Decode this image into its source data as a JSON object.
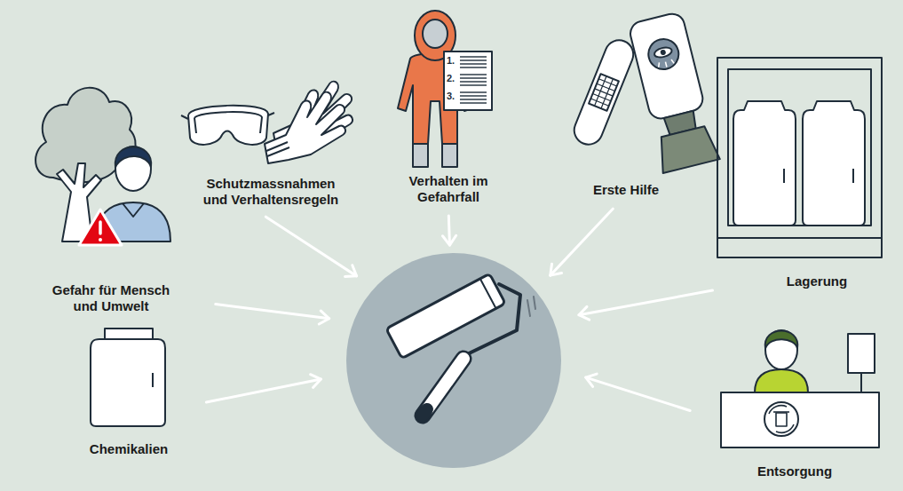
{
  "diagram": {
    "nodes": [
      {
        "text": [
          "Gefahr für Mensch und Umwelt"
        ]
      },
      {
        "text": [
          "Schutzmassnahmen und Verhaltensregeln"
        ]
      },
      {
        "text": [
          "Verhalten im Gefahrfall"
        ]
      },
      {
        "text": [
          "Erste Hilfe"
        ]
      },
      {
        "text": [
          "Lagerung"
        ]
      },
      {
        "text": []
      },
      {
        "text": [
          "Chemikalien"
        ]
      },
      {
        "text": [
          "Entsorgung"
        ]
      }
    ],
    "edges": [
      {
        "from": 0,
        "to": 5,
        "arrow": "to"
      },
      {
        "from": 1,
        "to": 5,
        "arrow": "to"
      },
      {
        "from": 2,
        "to": 5,
        "arrow": "to"
      },
      {
        "from": 3,
        "to": 5,
        "arrow": "to"
      },
      {
        "from": 4,
        "to": 5,
        "arrow": "to"
      },
      {
        "from": 6,
        "to": 5,
        "arrow": "to"
      },
      {
        "from": 7,
        "to": 5,
        "arrow": "to"
      }
    ],
    "labels": [
      "1.",
      "2.",
      "3."
    ]
  }
}
